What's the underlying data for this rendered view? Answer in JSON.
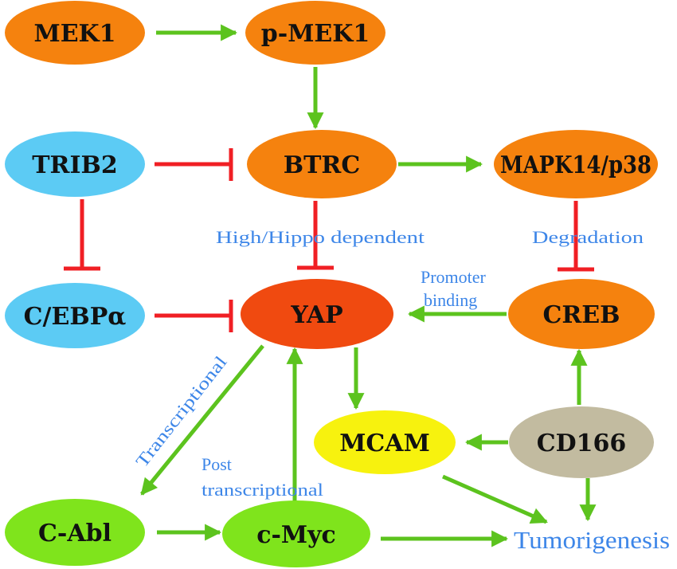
{
  "colors": {
    "activation": "#5cc31e",
    "inhibition": "#f01f24",
    "edge_text": "#3d86e8",
    "node_orange": "#f5820e",
    "node_yap": "#f04a10",
    "node_blue": "#5ccbf4",
    "node_yellow": "#f7f20e",
    "node_green": "#7fe41c",
    "node_grey": "#c2bba0",
    "node_text": "#111111"
  },
  "nodes": {
    "mek1": "MEK1",
    "p_mek1": "p-MEK1",
    "trib2": "TRIB2",
    "btrc": "BTRC",
    "mapk14": "MAPK14/p38",
    "cebpa": "C/EBPα",
    "yap": "YAP",
    "creb": "CREB",
    "mcam": "MCAM",
    "cd166": "CD166",
    "c_abl": "C-Abl",
    "c_myc": "c-Myc"
  },
  "outcome": "Tumorigenesis",
  "edge_labels": {
    "hippo": "High/Hippo dependent",
    "degradation": "Degradation",
    "promoter_line1": "Promoter",
    "promoter_line2": "binding",
    "transcriptional": "Transcriptional",
    "post_line1": "Post",
    "post_line2": "transcriptional"
  },
  "edges": [
    {
      "from": "MEK1",
      "to": "p-MEK1",
      "type": "activation"
    },
    {
      "from": "p-MEK1",
      "to": "BTRC",
      "type": "activation"
    },
    {
      "from": "TRIB2",
      "to": "BTRC",
      "type": "inhibition"
    },
    {
      "from": "TRIB2",
      "to": "C/EBPα",
      "type": "inhibition"
    },
    {
      "from": "BTRC",
      "to": "MAPK14/p38",
      "type": "activation"
    },
    {
      "from": "BTRC",
      "to": "YAP",
      "type": "inhibition",
      "label": "High/Hippo dependent"
    },
    {
      "from": "MAPK14/p38",
      "to": "CREB",
      "type": "inhibition",
      "label": "Degradation"
    },
    {
      "from": "C/EBPα",
      "to": "YAP",
      "type": "inhibition"
    },
    {
      "from": "CREB",
      "to": "YAP",
      "type": "activation",
      "label": "Promoter binding"
    },
    {
      "from": "YAP",
      "to": "MCAM",
      "type": "activation"
    },
    {
      "from": "YAP",
      "to": "C-Abl",
      "type": "activation",
      "label": "Transcriptional"
    },
    {
      "from": "c-Myc",
      "to": "YAP",
      "type": "activation",
      "label": "Post transcriptional"
    },
    {
      "from": "CD166",
      "to": "CREB",
      "type": "activation"
    },
    {
      "from": "CD166",
      "to": "MCAM",
      "type": "activation"
    },
    {
      "from": "C-Abl",
      "to": "c-Myc",
      "type": "activation"
    },
    {
      "from": "c-Myc",
      "to": "Tumorigenesis",
      "type": "activation"
    },
    {
      "from": "MCAM",
      "to": "Tumorigenesis",
      "type": "activation"
    },
    {
      "from": "CD166",
      "to": "Tumorigenesis",
      "type": "activation"
    }
  ]
}
